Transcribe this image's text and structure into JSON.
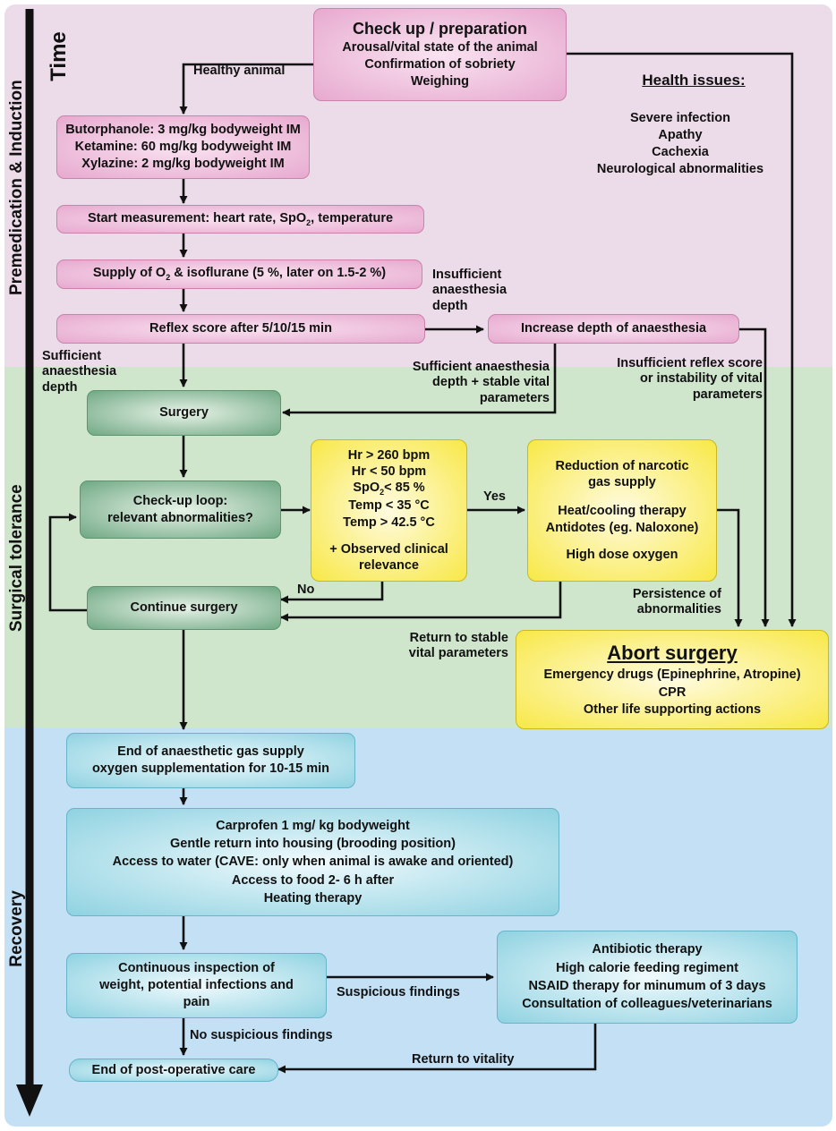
{
  "axis": {
    "time": "Time"
  },
  "phases": {
    "premedication": "Premedication & Induction",
    "surgical": "Surgical tolerance",
    "recovery": "Recovery"
  },
  "checkup": {
    "title": "Check up / preparation",
    "lines": [
      "Arousal/vital state of the animal",
      "Confirmation of sobriety",
      "Weighing"
    ]
  },
  "health_issues": {
    "title": "Health issues:",
    "items": [
      "Severe infection",
      "Apathy",
      "Cachexia",
      "Neurological abnormalities"
    ]
  },
  "premed": [
    "Butorphanole: 3 mg/kg bodyweight IM",
    "Ketamine: 60 mg/kg bodyweight IM",
    "Xylazine: 2 mg/kg bodyweight IM"
  ],
  "start_measurement": {
    "pre": "Start measurement: heart rate, SpO",
    "sub": "2",
    "post": ", temperature"
  },
  "supply": {
    "pre": "Supply of O",
    "sub": "2",
    "post": " & isoflurane (5 %, later on 1.5-2 %)"
  },
  "reflex": "Reflex score after 5/10/15 min",
  "increase": "Increase depth of anaesthesia",
  "surgery": "Surgery",
  "checkloop": [
    "Check-up loop:",
    "relevant abnormalities?"
  ],
  "continue_surgery": "Continue surgery",
  "criteria": {
    "lines": [
      "Hr > 260 bpm",
      "Hr < 50 bpm"
    ],
    "spo2": {
      "pre": "SpO",
      "sub": "2",
      "post": "< 85 %"
    },
    "temps": [
      "Temp < 35 °C",
      "Temp > 42.5 °C"
    ],
    "observed": [
      "+ Observed clinical",
      "relevance"
    ]
  },
  "reduction": {
    "line1": [
      "Reduction of narcotic",
      "gas supply"
    ],
    "line2": [
      "Heat/cooling therapy",
      "Antidotes (eg. Naloxone)"
    ],
    "line3": "High dose oxygen"
  },
  "abort": {
    "title": "Abort surgery",
    "lines": [
      "Emergency drugs (Epinephrine, Atropine)",
      "CPR",
      "Other life supporting actions"
    ]
  },
  "end_gas": [
    "End of anaesthetic gas supply",
    "oxygen supplementation for 10-15 min"
  ],
  "carprofen": [
    "Carprofen 1 mg/ kg bodyweight",
    "Gentle return into housing (brooding position)",
    "Access to water (CAVE: only when animal is awake and oriented)",
    "Access to food 2- 6 h after",
    "Heating therapy"
  ],
  "inspection": [
    "Continuous inspection of",
    "weight, potential infections and",
    "pain"
  ],
  "antibiotic": [
    "Antibiotic therapy",
    "High calorie feeding regiment",
    "NSAID therapy for minumum of 3 days",
    "Consultation of colleagues/veterinarians"
  ],
  "end_care": "End of post-operative care",
  "edge_labels": {
    "healthy": "Healthy animal",
    "insufficient_depth": [
      "Insufficient",
      "anaesthesia",
      "depth"
    ],
    "sufficient_depth": [
      "Sufficient",
      "anaesthesia",
      "depth"
    ],
    "sufficient_stable": [
      "Sufficient anaesthesia",
      "depth + stable vital",
      "parameters"
    ],
    "insufficient_reflex": [
      "Insufficient reflex score",
      "or instability of vital",
      "parameters"
    ],
    "yes": "Yes",
    "no": "No",
    "persistence": [
      "Persistence of",
      "abnormalities"
    ],
    "return_stable": [
      "Return to stable",
      "vital parameters"
    ],
    "suspicious": "Suspicious findings",
    "no_suspicious": "No suspicious findings",
    "return_vitality": "Return to vitality"
  }
}
